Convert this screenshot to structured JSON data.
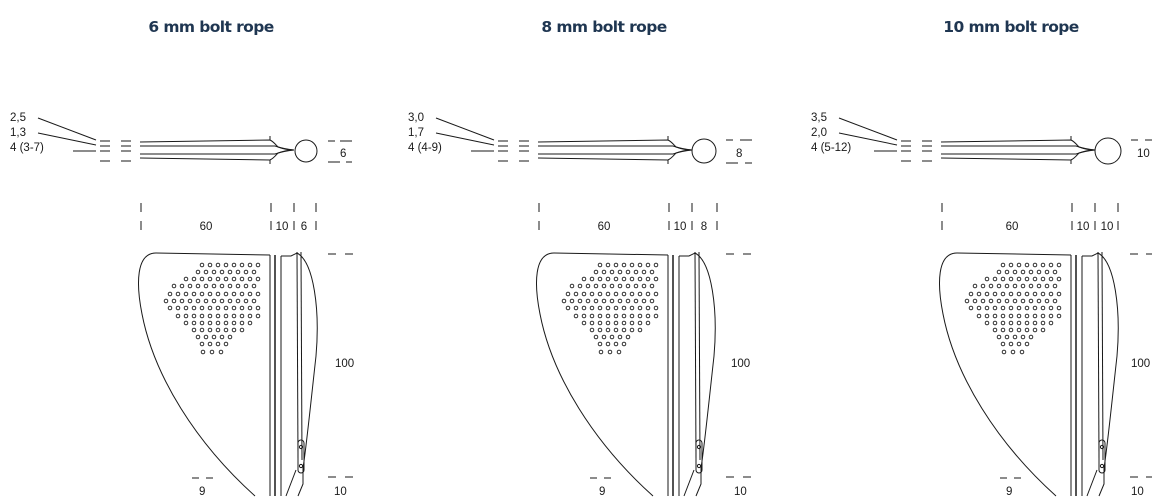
{
  "panels": [
    {
      "id": "6mm",
      "title": "6 mm bolt rope",
      "thickness_labels": [
        "2,5",
        "1,3",
        "4 (3-7)"
      ],
      "rope_diameter": "6",
      "width_labels": [
        "60",
        "10",
        "6"
      ],
      "height_label": "100",
      "bottom_left_label": "9",
      "bottom_right_label": "10"
    },
    {
      "id": "8mm",
      "title": "8 mm bolt rope",
      "thickness_labels": [
        "3,0",
        "1,7",
        "4 (4-9)"
      ],
      "rope_diameter": "8",
      "width_labels": [
        "60",
        "10",
        "8"
      ],
      "height_label": "100",
      "bottom_left_label": "9",
      "bottom_right_label": "10"
    },
    {
      "id": "10mm",
      "title": "10 mm bolt rope",
      "thickness_labels": [
        "3,5",
        "2,0",
        "4 (5-12)"
      ],
      "rope_diameter": "10",
      "width_labels": [
        "60",
        "10",
        "10"
      ],
      "height_label": "100",
      "bottom_left_label": "9",
      "bottom_right_label": "10"
    }
  ],
  "colors": {
    "title": "#1f3651",
    "line": "#1a1a1a",
    "background": "#ffffff"
  }
}
